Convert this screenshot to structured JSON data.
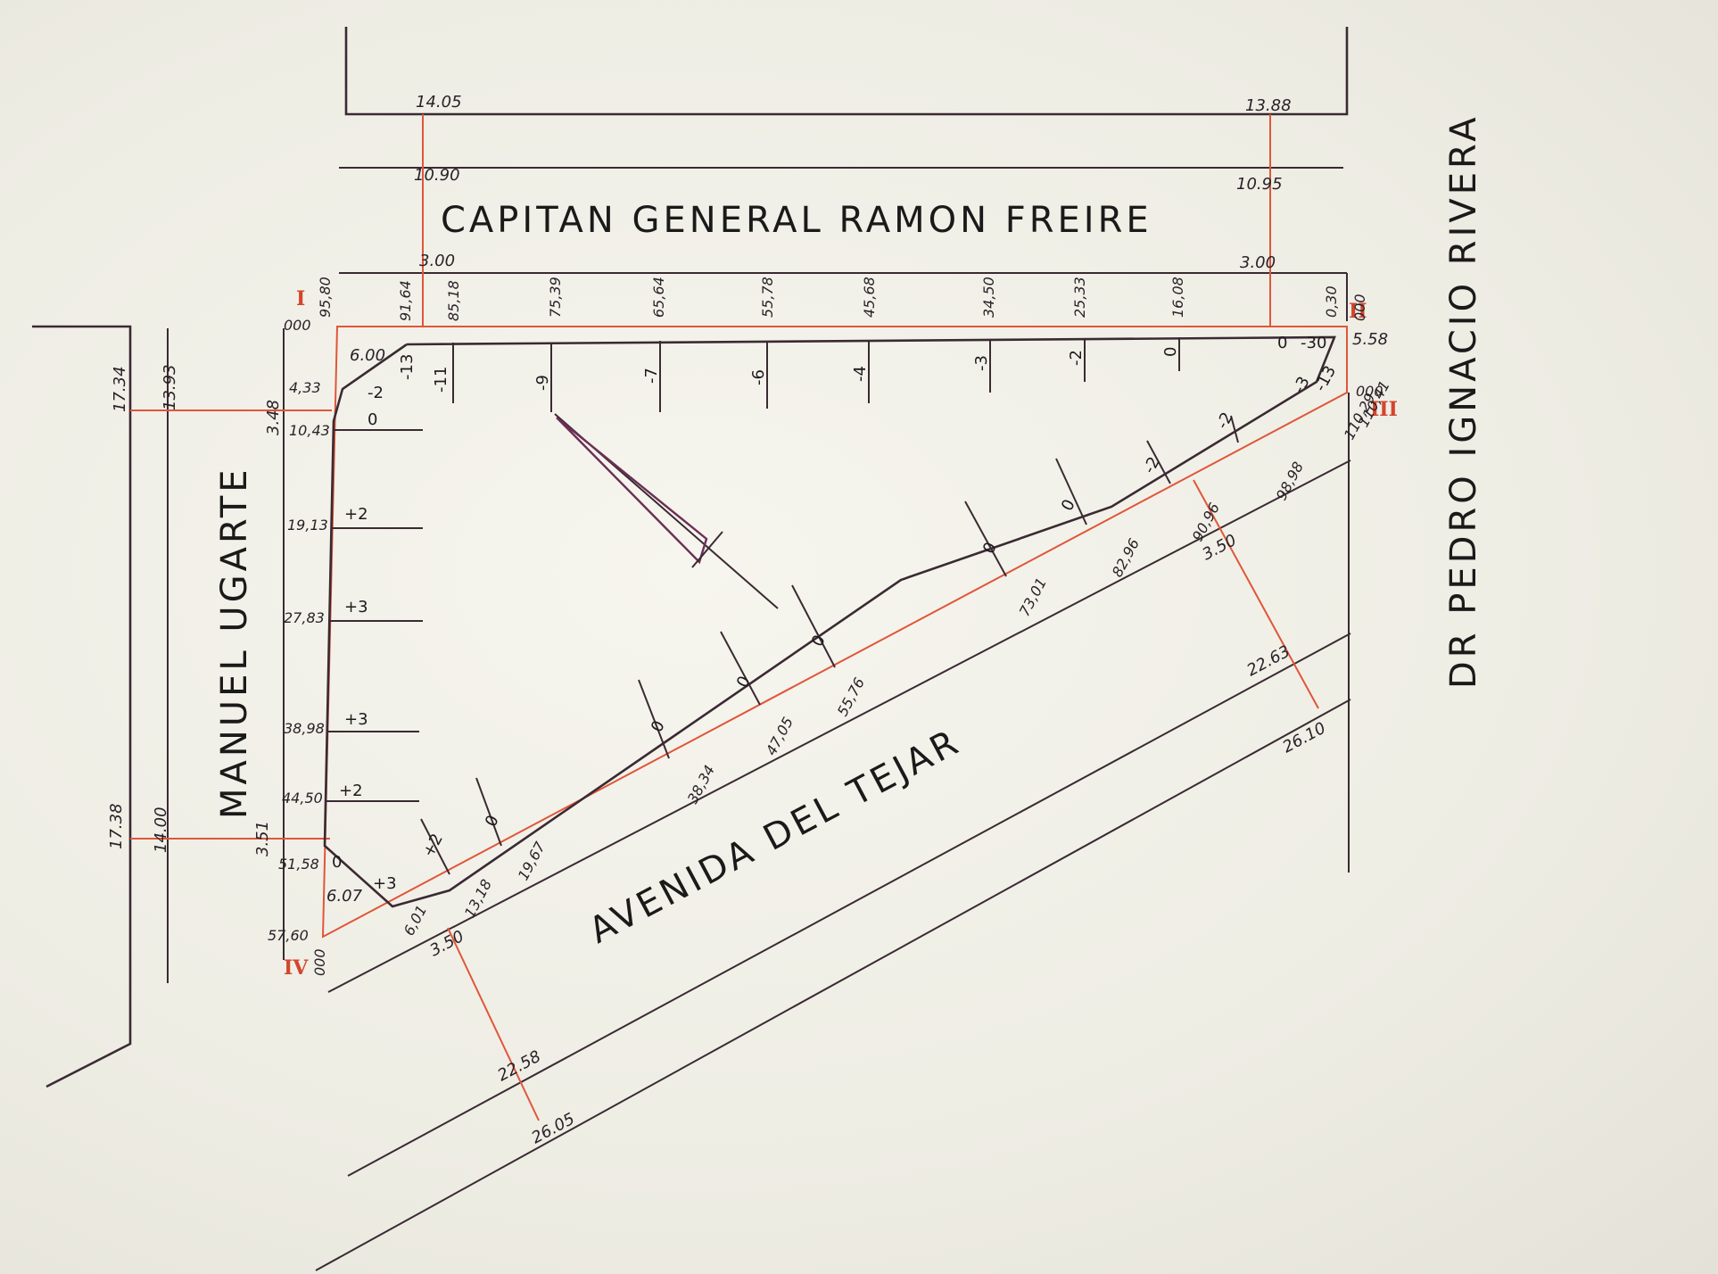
{
  "streets": {
    "north": "CAPITAN GENERAL RAMON FREIRE",
    "west": "MANUEL UGARTE",
    "east": "DR PEDRO IGNACIO RIVERA",
    "south": "AVENIDA DEL TEJAR"
  },
  "vertices": {
    "v1": "I",
    "v2": "II",
    "v3": "III",
    "v4": "IV"
  },
  "north_dims": {
    "w_outer": "14.05",
    "e_outer": "13.88",
    "w_mid": "10.90",
    "e_mid": "10.95",
    "w_inner": "3.00",
    "e_inner": "3.00"
  },
  "north_chainage": [
    "95,80",
    "91,64",
    "85,18",
    "75,39",
    "65,64",
    "55,78",
    "45,68",
    "34,50",
    "25,33",
    "16,08",
    "0,30"
  ],
  "north_levels": [
    "-2",
    "-13",
    "-11",
    "-9",
    "-7",
    "-6",
    "-4",
    "-3",
    "-2",
    "0",
    "0",
    "-30"
  ],
  "north_edge_labels": {
    "top_left": "6.00",
    "corner_I": "000",
    "corner_II": "000",
    "right_side": "5.58"
  },
  "west_chainage": [
    "4,33",
    "10,43",
    "19,13",
    "27,83",
    "38,98",
    "44,50",
    "51,58",
    "57,60"
  ],
  "west_levels": [
    "0",
    "+2",
    "+3",
    "+3",
    "+2",
    "0",
    "+3"
  ],
  "west_dims": {
    "upper_outer": "17.34",
    "upper_mid": "13.93",
    "upper_inner": "3.48",
    "lower_outer": "17.38",
    "lower_mid": "14.00",
    "lower_inner": "3.51",
    "corner_cut": "6.07",
    "start_IV": "000"
  },
  "south_chainage": [
    "6,01",
    "13,18",
    "19,67",
    "38,34",
    "47,05",
    "55,76",
    "73,01",
    "82,96",
    "90,96",
    "98,98",
    "110,29",
    "110,41"
  ],
  "south_levels": [
    "+2",
    "0",
    "0",
    "0",
    "0",
    "0",
    "0",
    "-2",
    "-2",
    "-3",
    "-13"
  ],
  "south_dims": {
    "left_inner": "3.50",
    "left_mid": "22.58",
    "left_outer": "26.05",
    "right_inner": "3.50",
    "right_mid": "22.63",
    "right_outer": "26.10",
    "corner_III": "000"
  }
}
